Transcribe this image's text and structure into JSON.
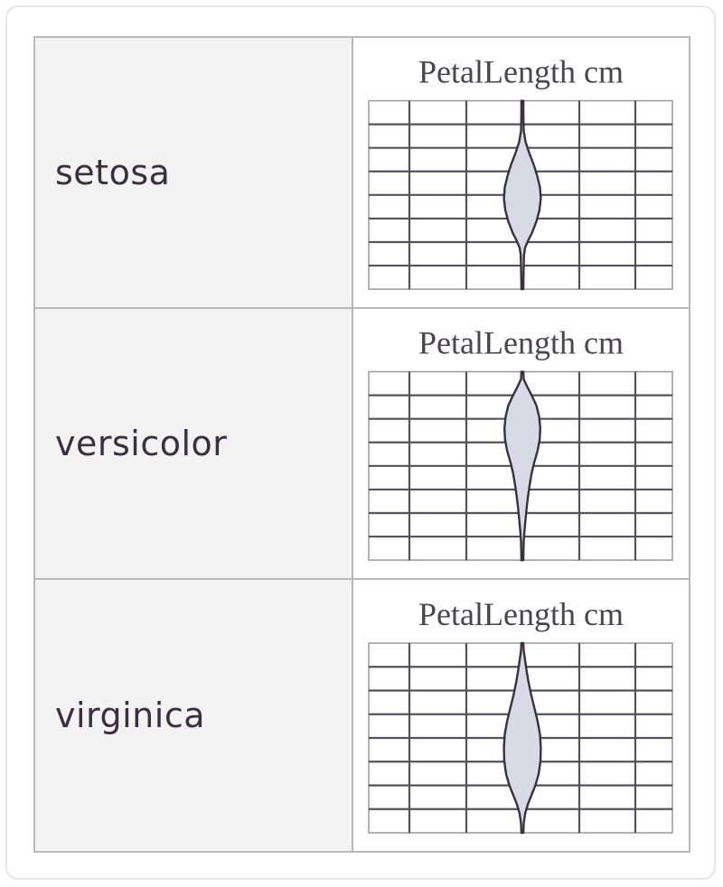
{
  "colors": {
    "grid": "#55505a",
    "violin_fill": "#d8dae6",
    "violin_stroke": "#3a3040",
    "panel_border": "#b8b8b8",
    "label_background": "#f3f3f3"
  },
  "chart_data": {
    "type": "violin",
    "grid": true,
    "rows": [
      {
        "label": "setosa",
        "title": "PetalLength cm",
        "density": [
          [
            0.0,
            0.035
          ],
          [
            0.05,
            0.035
          ],
          [
            0.1,
            0.04
          ],
          [
            0.16,
            0.05
          ],
          [
            0.22,
            0.12
          ],
          [
            0.28,
            0.26
          ],
          [
            0.34,
            0.42
          ],
          [
            0.4,
            0.55
          ],
          [
            0.46,
            0.65
          ],
          [
            0.52,
            0.68
          ],
          [
            0.58,
            0.63
          ],
          [
            0.64,
            0.52
          ],
          [
            0.7,
            0.36
          ],
          [
            0.74,
            0.22
          ],
          [
            0.78,
            0.1
          ],
          [
            0.82,
            0.06
          ],
          [
            0.88,
            0.05
          ],
          [
            0.94,
            0.04
          ],
          [
            1.0,
            0.035
          ]
        ]
      },
      {
        "label": "versicolor",
        "title": "PetalLength cm",
        "density": [
          [
            0.0,
            0.035
          ],
          [
            0.04,
            0.05
          ],
          [
            0.08,
            0.18
          ],
          [
            0.13,
            0.36
          ],
          [
            0.18,
            0.52
          ],
          [
            0.24,
            0.62
          ],
          [
            0.3,
            0.66
          ],
          [
            0.36,
            0.64
          ],
          [
            0.42,
            0.56
          ],
          [
            0.48,
            0.44
          ],
          [
            0.54,
            0.34
          ],
          [
            0.6,
            0.27
          ],
          [
            0.66,
            0.21
          ],
          [
            0.72,
            0.16
          ],
          [
            0.78,
            0.12
          ],
          [
            0.84,
            0.08
          ],
          [
            0.9,
            0.05
          ],
          [
            0.96,
            0.04
          ],
          [
            1.0,
            0.035
          ]
        ]
      },
      {
        "label": "virginica",
        "title": "PetalLength cm",
        "density": [
          [
            0.0,
            0.035
          ],
          [
            0.04,
            0.05
          ],
          [
            0.08,
            0.09
          ],
          [
            0.14,
            0.15
          ],
          [
            0.2,
            0.22
          ],
          [
            0.27,
            0.32
          ],
          [
            0.34,
            0.44
          ],
          [
            0.41,
            0.56
          ],
          [
            0.48,
            0.65
          ],
          [
            0.55,
            0.68
          ],
          [
            0.62,
            0.67
          ],
          [
            0.69,
            0.6
          ],
          [
            0.75,
            0.48
          ],
          [
            0.8,
            0.34
          ],
          [
            0.85,
            0.2
          ],
          [
            0.9,
            0.1
          ],
          [
            0.95,
            0.05
          ],
          [
            1.0,
            0.035
          ]
        ]
      }
    ]
  }
}
